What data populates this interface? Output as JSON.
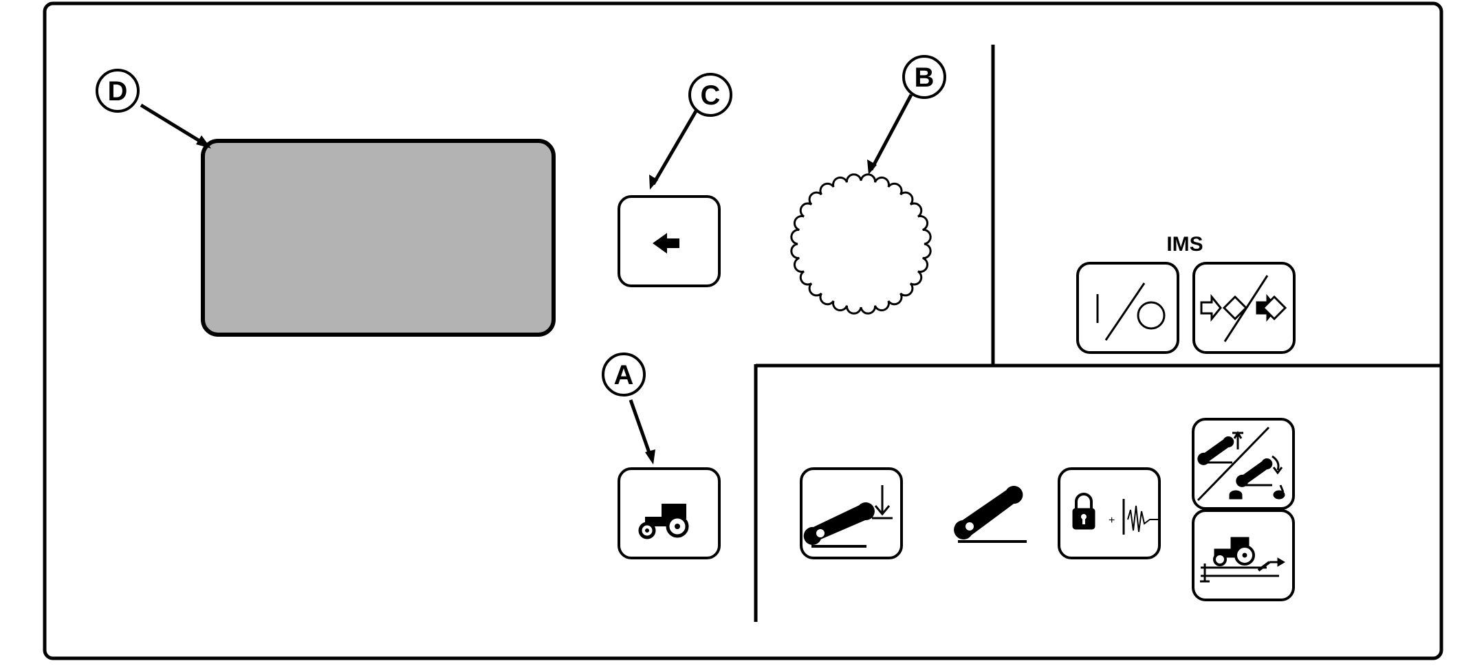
{
  "callouts": {
    "a": "A",
    "b": "B",
    "c": "C",
    "d": "D"
  },
  "ims_label": "IMS",
  "colors": {
    "line": "#000000",
    "background": "#ffffff",
    "display_fill": "#b3b3b3"
  },
  "icons": {
    "display": "display-screen",
    "back": "back-arrow-icon",
    "dial": "rotary-dial",
    "tractor": "tractor-icon",
    "ims_on_off": "on-off-icon",
    "ims_record_play": "record-play-icon",
    "hitch_lower": "hitch-lower-icon",
    "hitch_position": "hitch-position-icon",
    "lock_damping": "lock-damping-icon",
    "hitch_height_rate": "hitch-height-rate-icon",
    "ground_speed": "ground-speed-icon"
  }
}
